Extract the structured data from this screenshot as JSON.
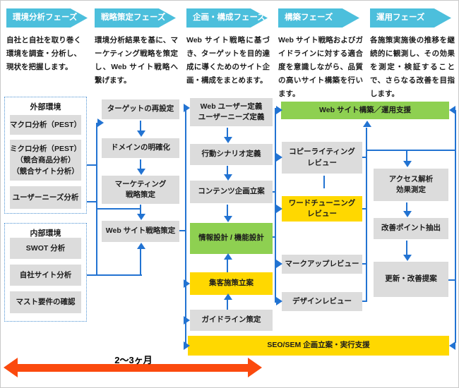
{
  "phases": [
    {
      "title": "環境分析フェーズ",
      "desc": "自社と自社を取り巻く環境を調査・分析し、現状を把握します。"
    },
    {
      "title": "戦略策定フェーズ",
      "desc": "環境分析結果を基に、マーケティング戦略を策定し、Web サイト戦略へ繋げます。"
    },
    {
      "title": "企画・構成フェーズ",
      "desc": "Web サイト戦略に基づき、ターゲットを目的達成に導くためのサイト企画・構成をまとめます。"
    },
    {
      "title": "構築フェーズ",
      "desc": "Web サイト戦略およびガイドラインに対する適合度を意識しながら、品質の高いサイト構築を行います。"
    },
    {
      "title": "運用フェーズ",
      "desc": "各施策実施後の推移を継続的に観測し、その効果を測定・検証することで、さらなる改善を目指します。"
    }
  ],
  "left_groups": {
    "external": {
      "label": "外部環境",
      "items": [
        "マクロ分析（PEST）",
        "ミクロ分析（PEST）\n（競合商品分析）\n（競合サイト分析）",
        "ユーザーニーズ分析"
      ]
    },
    "internal": {
      "label": "内部環境",
      "items": [
        "SWOT 分析",
        "自社サイト分析",
        "マスト要件の確認"
      ]
    }
  },
  "boxes": {
    "target_reset": "ターゲットの再設定",
    "domain": "ドメインの明確化",
    "marketing": "マーケティング\n戦略策定",
    "web_strategy": "Web サイト戦略策定",
    "user_def": "Web ユーザー定義\nユーザーニーズ定義",
    "scenario": "行動シナリオ定義",
    "content_plan": "コンテンツ企画立案",
    "info_design": "情報設計 / 機能設計",
    "attract": "集客施策立案",
    "guideline": "ガイドライン策定",
    "build_support": "Web サイト構築／運用支援",
    "copy_review": "コピーライティング\nレビュー",
    "word_tuning": "ワードチューニング\nレビュー",
    "markup_review": "マークアップレビュー",
    "design_review": "デザインレビュー",
    "access_analysis": "アクセス解析\n効果測定",
    "improvement": "改善ポイント抽出",
    "update_proposal": "更新・改善提案",
    "seo_sem": "SEO/SEM 企画立案・実行支援"
  },
  "timeline": {
    "label": "2～3ヶ月"
  },
  "colors": {
    "phase": "#4cbfdc",
    "box": "#dcdcdc",
    "green": "#8ed051",
    "yellow": "#ffd800",
    "blue": "#2273d2",
    "red": "#fb4a0e",
    "dotted": "#4a90d2"
  }
}
